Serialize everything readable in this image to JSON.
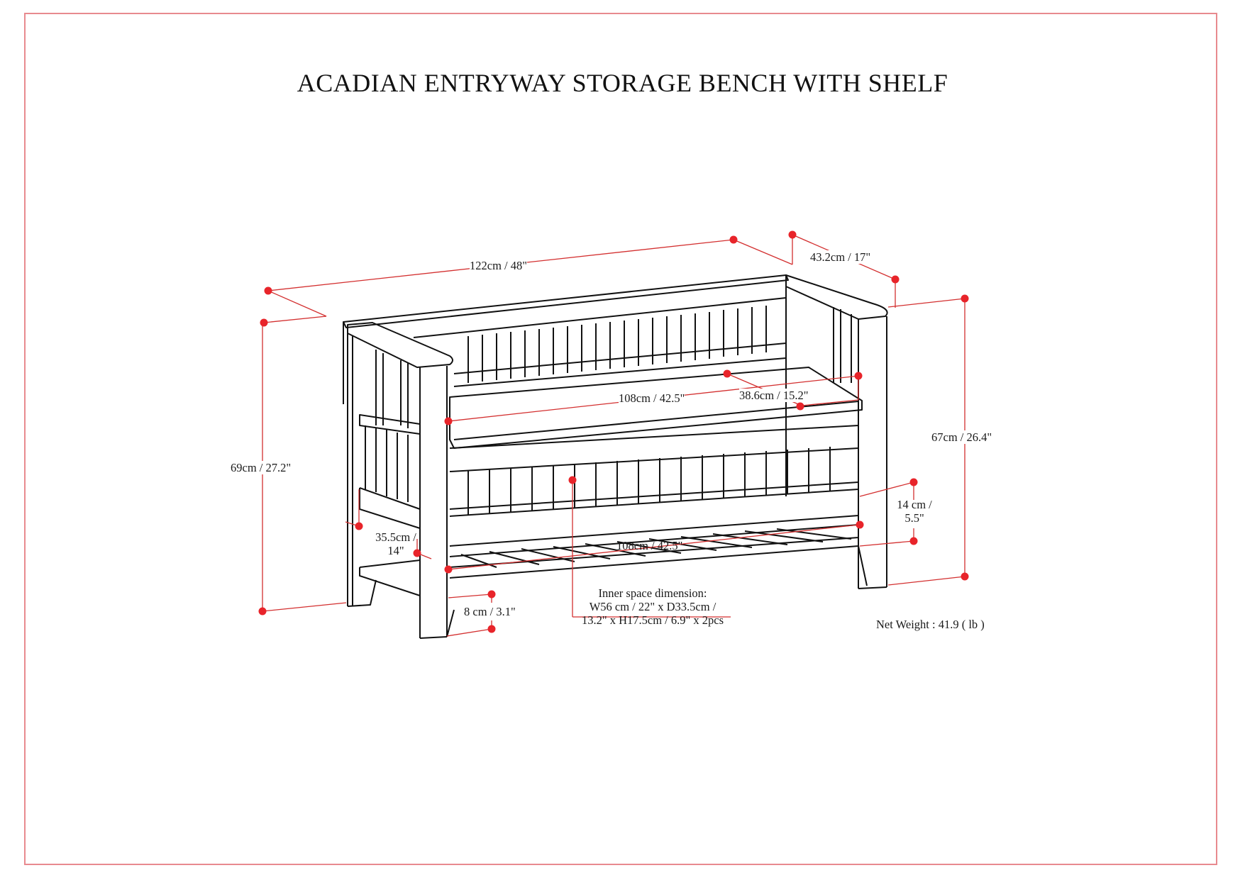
{
  "title": "ACADIAN ENTRYWAY STORAGE BENCH WITH SHELF",
  "colors": {
    "frame_border": "#e88a8f",
    "dimension_line": "#d32f2f",
    "dimension_dot": "#e8242a",
    "drawing_stroke": "#111111"
  },
  "dimensions": {
    "overall_width": "122cm / 48\"",
    "overall_depth": "43.2cm / 17\"",
    "overall_height_left": "69cm / 27.2\"",
    "overall_height_right": "67cm / 26.4\"",
    "seat_width": "108cm / 42.5\"",
    "seat_depth": "38.6cm / 15.2\"",
    "shelf_width": "108cm / 42.5\"",
    "shelf_depth_line1": "35.5cm /",
    "shelf_depth_line2": "14\"",
    "shelf_clearance_line1": "14 cm /",
    "shelf_clearance_line2": "5.5\"",
    "leg_height": "8 cm / 3.1\""
  },
  "inner_space": {
    "line1": "Inner space dimension:",
    "line2": "W56 cm / 22\" x D33.5cm /",
    "line3": "13.2\" x H17.5cm / 6.9\" x 2pcs"
  },
  "net_weight": "Net Weight : 41.9 ( lb )"
}
